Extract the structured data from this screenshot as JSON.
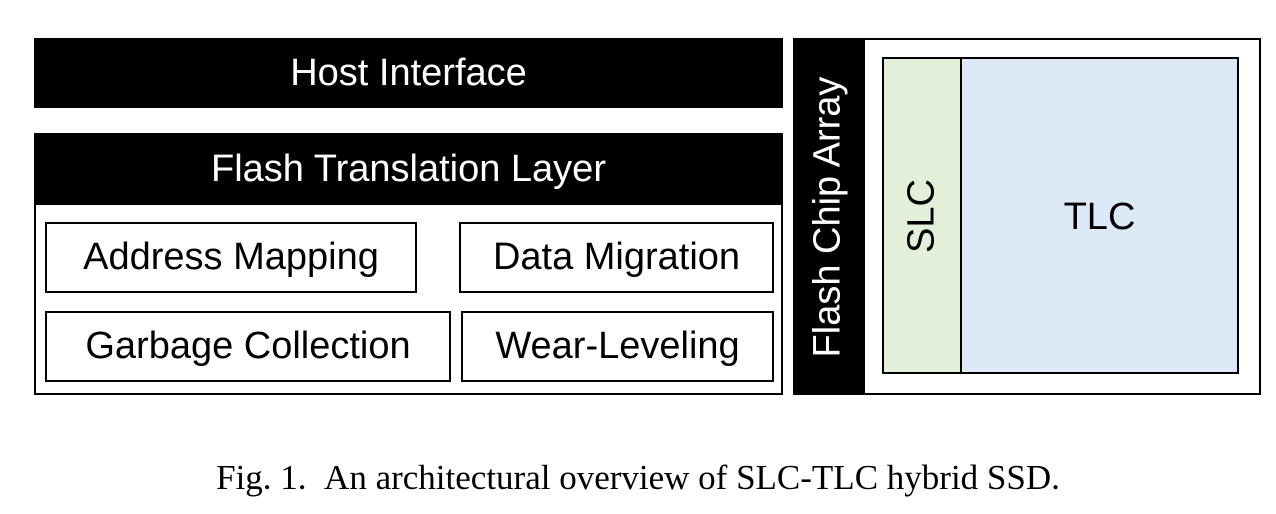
{
  "diagram": {
    "host_interface": "Host Interface",
    "ftl": {
      "title": "Flash Translation Layer",
      "modules": {
        "address_mapping": "Address Mapping",
        "data_migration": "Data Migration",
        "garbage_collection": "Garbage Collection",
        "wear_leveling": "Wear-Leveling"
      }
    },
    "flash_chip_array": {
      "label": "Flash Chip Array",
      "slc": "SLC",
      "tlc": "TLC"
    }
  },
  "caption": "Fig. 1. An architectural overview of SLC-TLC hybrid SSD.",
  "colors": {
    "bar": "#000000",
    "slc_fill": "#e3efd9",
    "tlc_fill": "#dde9f6"
  }
}
